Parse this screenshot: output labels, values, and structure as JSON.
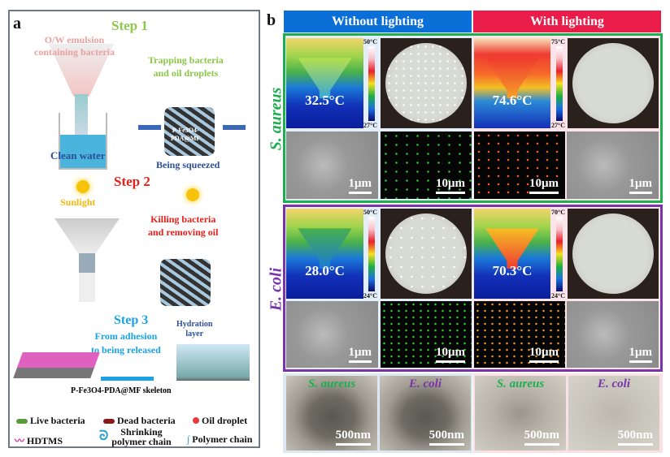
{
  "panel_a": {
    "label": "a",
    "step1": "Step 1",
    "emulsion": [
      "O/W emulsion",
      "containing bacteria"
    ],
    "trapping": [
      "Trapping bacteria",
      "and oil droplets"
    ],
    "sponge_label": [
      "P-Fe3O4-",
      "PDA@MF"
    ],
    "clean_water": "Clean water",
    "squeezed": "Being squeezed",
    "step2": "Step 2",
    "sunlight": "Sunlight",
    "killing": [
      "Killing bacteria",
      "and removing oil"
    ],
    "step3": "Step 3",
    "release": [
      "From adhesion",
      "to being released"
    ],
    "hydration": [
      "Hydration",
      "layer"
    ],
    "skeleton": "P-Fe3O4-PDA@MF skeleton",
    "legend": {
      "live": "Live bacteria",
      "dead": "Dead bacteria",
      "oil": "Oil droplet",
      "hdtms": "HDTMS",
      "shrinking": [
        "Shrinking",
        "polymer chain"
      ],
      "polymer": "Polymer chain"
    }
  },
  "panel_b": {
    "label": "b",
    "headers": {
      "without": "Without lighting",
      "with": "With lighting"
    },
    "colors": {
      "without": "#0a6fd6",
      "with": "#ea1c4a",
      "saureus": "#1fae4f",
      "ecoli": "#7a33a8"
    },
    "rows": [
      {
        "species": "S. aureus",
        "temp_off": "32.5°C",
        "scale_off": [
          "50°C",
          "27°C"
        ],
        "temp_on": "74.6°C",
        "scale_on": [
          "75°C",
          "27°C"
        ],
        "sem": "1μm",
        "fluo": "10μm"
      },
      {
        "species": "E. coli",
        "temp_off": "28.0°C",
        "scale_off": [
          "50°C",
          "24°C"
        ],
        "temp_on": "70.3°C",
        "scale_on": [
          "70°C",
          "24°C"
        ],
        "sem": "1μm",
        "fluo": "10μm"
      }
    ],
    "tem": [
      {
        "species": "S. aureus",
        "scale": "500nm"
      },
      {
        "species": "E. coli",
        "scale": "500nm"
      },
      {
        "species": "S. aureus",
        "scale": "500nm"
      },
      {
        "species": "E. coli",
        "scale": "500nm"
      }
    ]
  }
}
